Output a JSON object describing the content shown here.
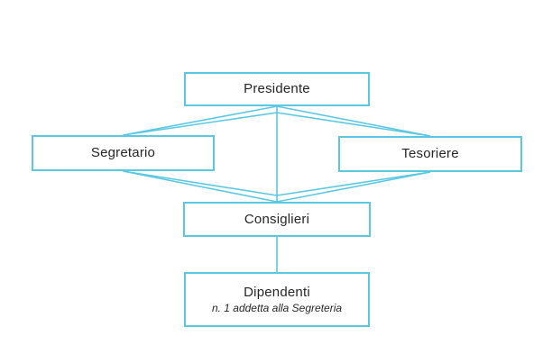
{
  "diagram": {
    "type": "org-chart",
    "nodes": [
      {
        "id": "presidente",
        "label": "Presidente"
      },
      {
        "id": "segretario",
        "label": "Segretario"
      },
      {
        "id": "tesoriere",
        "label": "Tesoriere"
      },
      {
        "id": "consiglieri",
        "label": "Consiglieri"
      },
      {
        "id": "dipendenti",
        "label": "Dipendenti",
        "sublabel": "n. 1 addetta alla Segreteria"
      }
    ],
    "edges": [
      {
        "from": "Presidente",
        "to": "Segretario"
      },
      {
        "from": "Presidente",
        "to": "Consiglieri"
      },
      {
        "from": "Presidente",
        "to": "Tesoriere"
      },
      {
        "from": "Segretario",
        "to": "Consiglieri"
      },
      {
        "from": "Tesoriere",
        "to": "Consiglieri"
      },
      {
        "from": "Consiglieri",
        "to": "Dipendenti"
      }
    ]
  },
  "colors": {
    "accent": "#5bc8e2",
    "text": "#262626",
    "background": "#ffffff"
  }
}
